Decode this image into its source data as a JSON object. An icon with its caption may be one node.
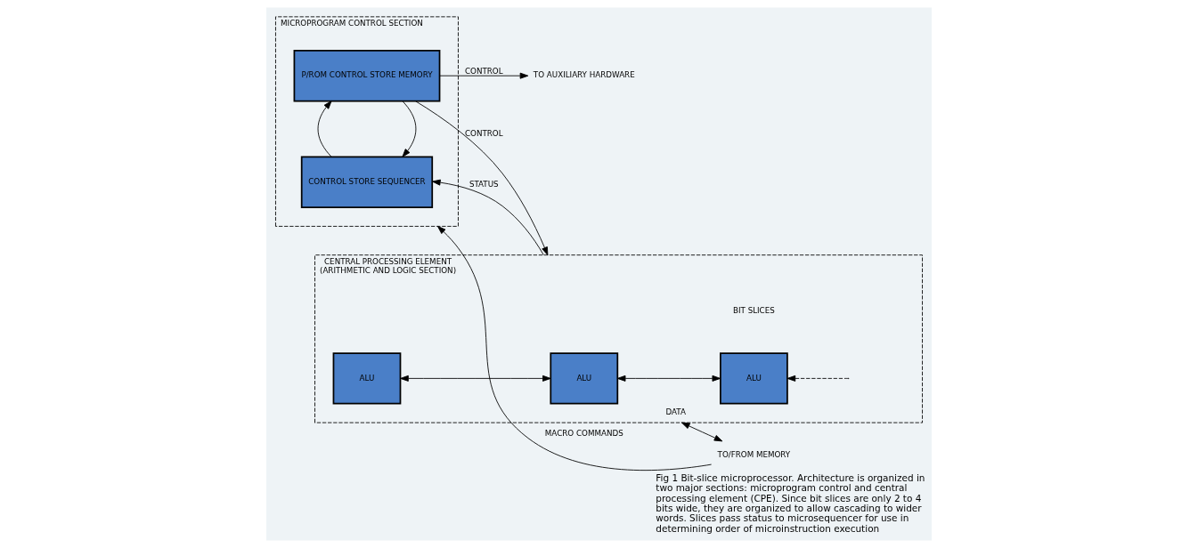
{
  "diagram": {
    "caption": "Fig 1 Bit-slice microprocessor. Architecture is organized in two major sections: microprogram control and central processing element (CPE). Since bit slices are only 2 to 4 bits wide, they are organized to allow cascading to wider words. Slices pass status to microsequencer for use in determining order of microinstruction execution",
    "nodes": [
      {
        "text": [
          "MICROPROGRAM CONTROL SECTION"
        ]
      },
      {
        "text": [
          "P/ROM CONTROL STORE MEMORY"
        ],
        "in": 0
      },
      {
        "text": [
          "CONTROL STORE SEQUENCER"
        ],
        "in": 0
      },
      {
        "text": [
          "TO AUXILIARY HARDWARE"
        ]
      },
      {
        "text": [
          "CENTRAL PROCESSING ELEMENT (ARITHMETIC AND LOGIC SECTION)"
        ]
      },
      {
        "text": [
          "ALU"
        ],
        "in": 4
      },
      {
        "text": [
          "ALU"
        ],
        "in": 4
      },
      {
        "text": [
          "ALU"
        ],
        "in": 4
      },
      {
        "text": [
          "TO/FROM MEMORY"
        ]
      }
    ],
    "edges": [
      {
        "from": 1,
        "to": 3,
        "arrow": "to",
        "label": "CONTROL"
      },
      {
        "from": 1,
        "to": 4,
        "arrow": "to",
        "label": "CONTROL"
      },
      {
        "from": 1,
        "to": 2,
        "arrow": "to"
      },
      {
        "from": 2,
        "to": 1,
        "arrow": "to"
      },
      {
        "from": 5,
        "to": 6,
        "arrow": "both"
      },
      {
        "from": 6,
        "to": 7,
        "arrow": "both"
      },
      {
        "from": null,
        "to": 7,
        "arrow": "to",
        "style": "dashed"
      },
      {
        "from": 4,
        "to": 2,
        "arrow": "to",
        "label": "STATUS"
      },
      {
        "from": 4,
        "to": 8,
        "arrow": "both",
        "label": "DATA"
      },
      {
        "from": 8,
        "to": 0,
        "arrow": "to",
        "label": "MACRO COMMANDS"
      }
    ],
    "labels": [
      "BIT SLICES"
    ]
  }
}
